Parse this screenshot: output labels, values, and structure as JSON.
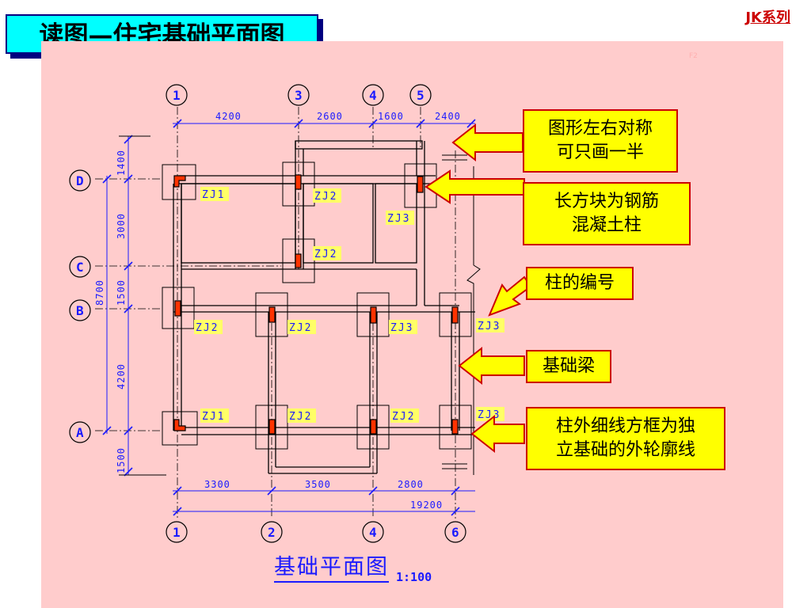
{
  "slide": {
    "title": "读图—住宅基础平面图",
    "series_tag": "JK系列",
    "corner_mark": "F2"
  },
  "plan": {
    "title": "基础平面图",
    "scale": "1:100",
    "top_axes": [
      "1",
      "3",
      "4",
      "5"
    ],
    "bottom_axes": [
      "1",
      "2",
      "4",
      "6"
    ],
    "row_axes": [
      "D",
      "C",
      "B",
      "A"
    ],
    "top_dimensions": [
      "4200",
      "2600",
      "1600",
      "2400"
    ],
    "bottom_dimensions": [
      "3300",
      "3500",
      "2800"
    ],
    "bottom_total": "19200",
    "left_dimensions": [
      "1400",
      "3000",
      "1500",
      "4200",
      "1500"
    ],
    "left_total": "8700",
    "column_labels": {
      "d1": "ZJ1",
      "d3": "ZJ2",
      "d5": "ZJ3",
      "c3": "ZJ2",
      "b1": "ZJ2",
      "b2": "ZJ2",
      "b4": "ZJ3",
      "b6": "ZJ3",
      "a1": "ZJ1",
      "a2": "ZJ2",
      "a4": "ZJ2",
      "a6": "ZJ3"
    }
  },
  "callouts": {
    "symmetry": [
      "图形左右对称",
      "可只画一半"
    ],
    "rc_column": [
      "长方块为钢筋",
      "混凝土柱"
    ],
    "column_number": "柱的编号",
    "foundation_beam": "基础梁",
    "outline": [
      "柱外细线方框为独",
      "立基础的外轮廓线"
    ]
  },
  "colors": {
    "panel": "#ffcccc",
    "title_bg": "#00ffff",
    "callout_bg": "#ffff00",
    "callout_border": "#cc0000",
    "drawing_line": "#1a1aff",
    "column_fill": "#ff3300",
    "label_highlight": "#ffff66"
  }
}
